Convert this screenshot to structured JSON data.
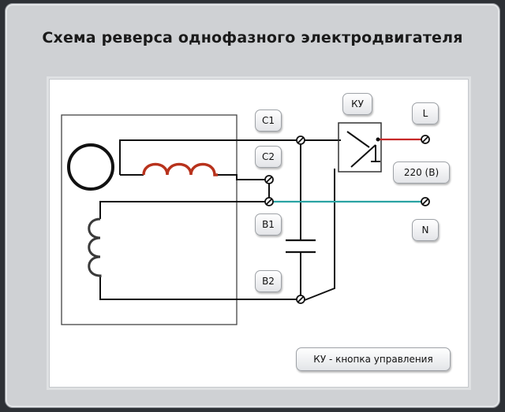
{
  "title": "Схема реверса однофазного электродвигателя",
  "labels": {
    "c1": "C1",
    "c2": "C2",
    "ku": "КУ",
    "l": "L",
    "voltage": "220 (В)",
    "b1": "В1",
    "n": "N",
    "b2": "В2"
  },
  "legend": "КУ - кнопка управления",
  "colors": {
    "background": "#2e3136",
    "frame": "#cfd1d4",
    "wire": "#111111",
    "phase_wire": "#c62828",
    "neutral_wire": "#2aa3a3",
    "coil": "#b8321c"
  },
  "icons": [
    "motor-rotor-icon",
    "start-coil-icon",
    "run-coil-icon",
    "capacitor-icon",
    "control-switch-icon",
    "terminal-icon"
  ]
}
